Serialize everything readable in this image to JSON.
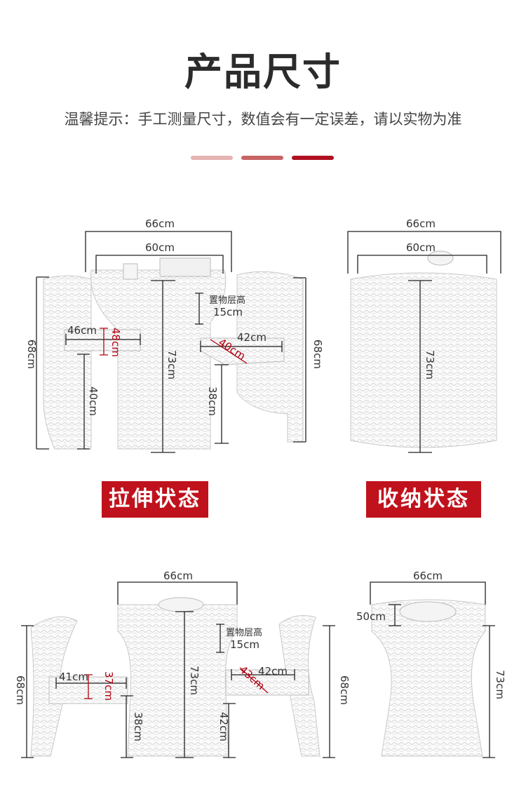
{
  "header": {
    "title": "产品尺寸",
    "subtitle": "温馨提示：手工测量尺寸，数值会有一定误差，请以实物为准"
  },
  "colors": {
    "bar1": "#e6b3b3",
    "bar2": "#c86464",
    "bar3": "#b01020",
    "badge": "#c0121c",
    "accent_red": "#b00010"
  },
  "badges": {
    "extended": "拉伸状态",
    "stored": "收纳状态"
  },
  "panel1": {
    "width_outer": "66cm",
    "width_inner": "60cm",
    "shelf_label": "置物层高",
    "shelf_height": "15cm",
    "seat_width_left": "46cm",
    "seat_depth_left": "48cm",
    "seat_width_right": "42cm",
    "seat_depth_right": "40cm",
    "table_height": "73cm",
    "chair_height_left": "68cm",
    "chair_height_right": "68cm",
    "seat_height_left": "40cm",
    "seat_height_right": "38cm"
  },
  "panel2": {
    "width_outer": "66cm",
    "width_inner": "60cm",
    "height": "73cm"
  },
  "panel3": {
    "width": "66cm",
    "shelf_label": "置物层高",
    "shelf_height": "15cm",
    "seat_width_left": "41cm",
    "seat_depth_left": "37cm",
    "seat_width_right": "42cm",
    "seat_depth_right": "43cm",
    "table_height": "73cm",
    "chair_height_left": "68cm",
    "chair_height_right": "68cm",
    "seat_height_left": "38cm",
    "seat_height_right": "42cm"
  },
  "panel4": {
    "width": "66cm",
    "top_depth": "50cm",
    "height": "73cm"
  }
}
